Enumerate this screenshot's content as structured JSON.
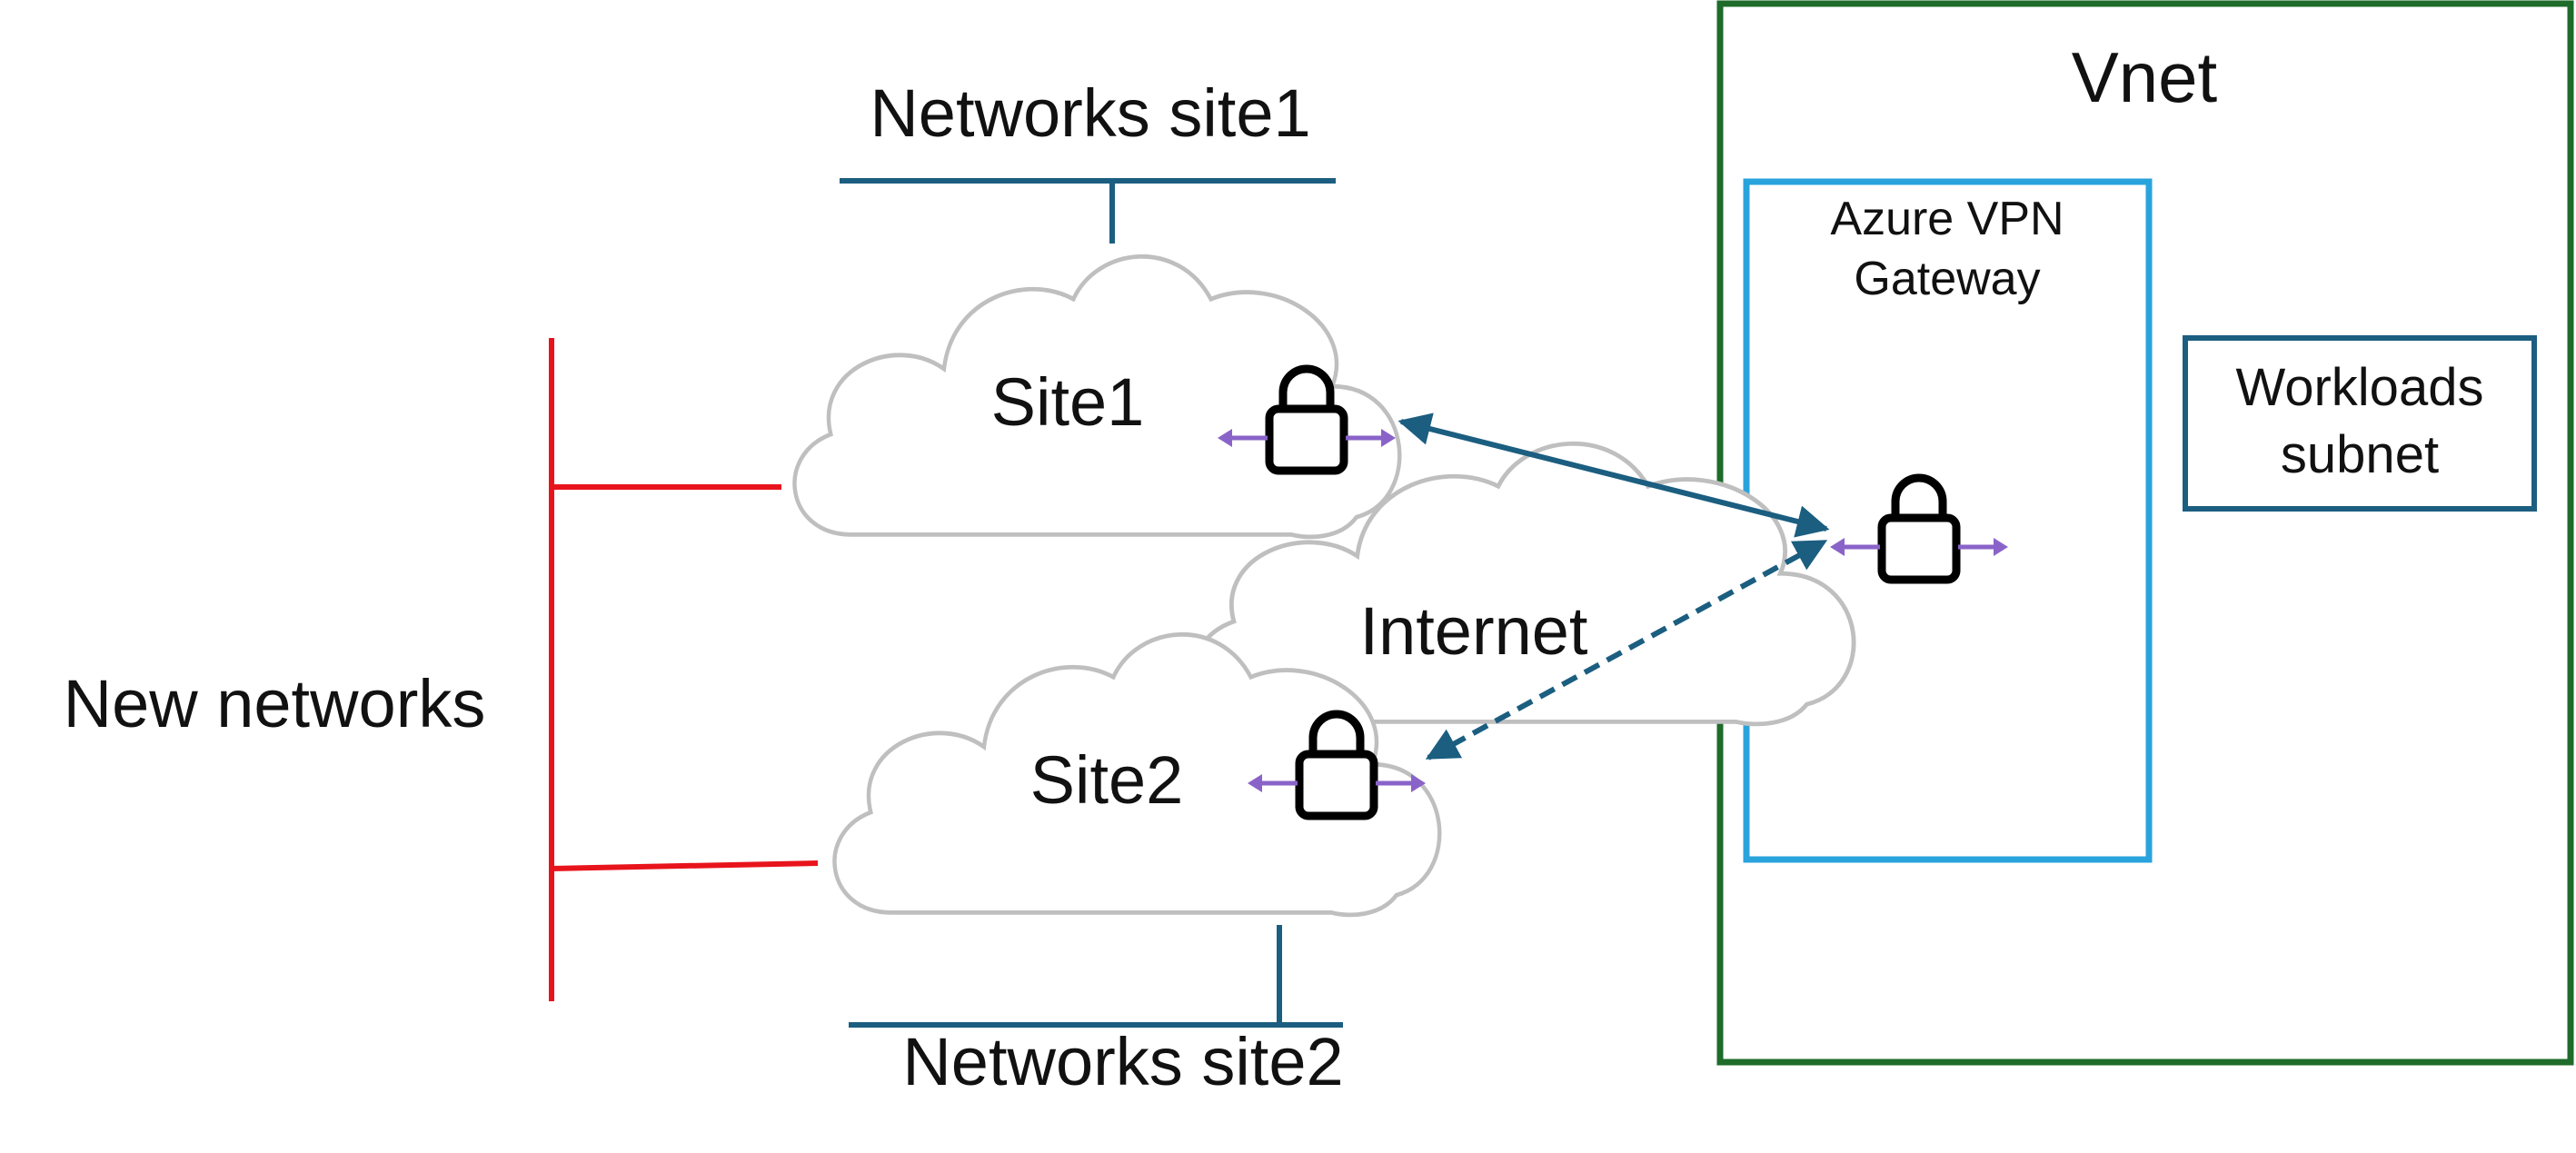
{
  "labels": {
    "vnet": "Vnet",
    "networks_site1": "Networks site1",
    "networks_site2": "Networks site2",
    "new_networks": "New networks",
    "site1": "Site1",
    "site2": "Site2",
    "internet": "Internet",
    "gateway_line1": "Azure VPN",
    "gateway_line2": "Gateway",
    "workloads_line1": "Workloads",
    "workloads_line2": "subnet"
  },
  "colors": {
    "vnet_border": "#1e6b2a",
    "gateway_border": "#29a3dc",
    "workloads_border": "#1b5e80",
    "network_bus": "#1b5e80",
    "new_networks_bus": "#e8141c",
    "cloud_outline": "#bfbfbf",
    "tunnel": "#1b5e80",
    "lock": "#000000",
    "lock_arrows": "#8a63c9"
  },
  "icons": [
    "cloud-icon",
    "lock-icon"
  ]
}
